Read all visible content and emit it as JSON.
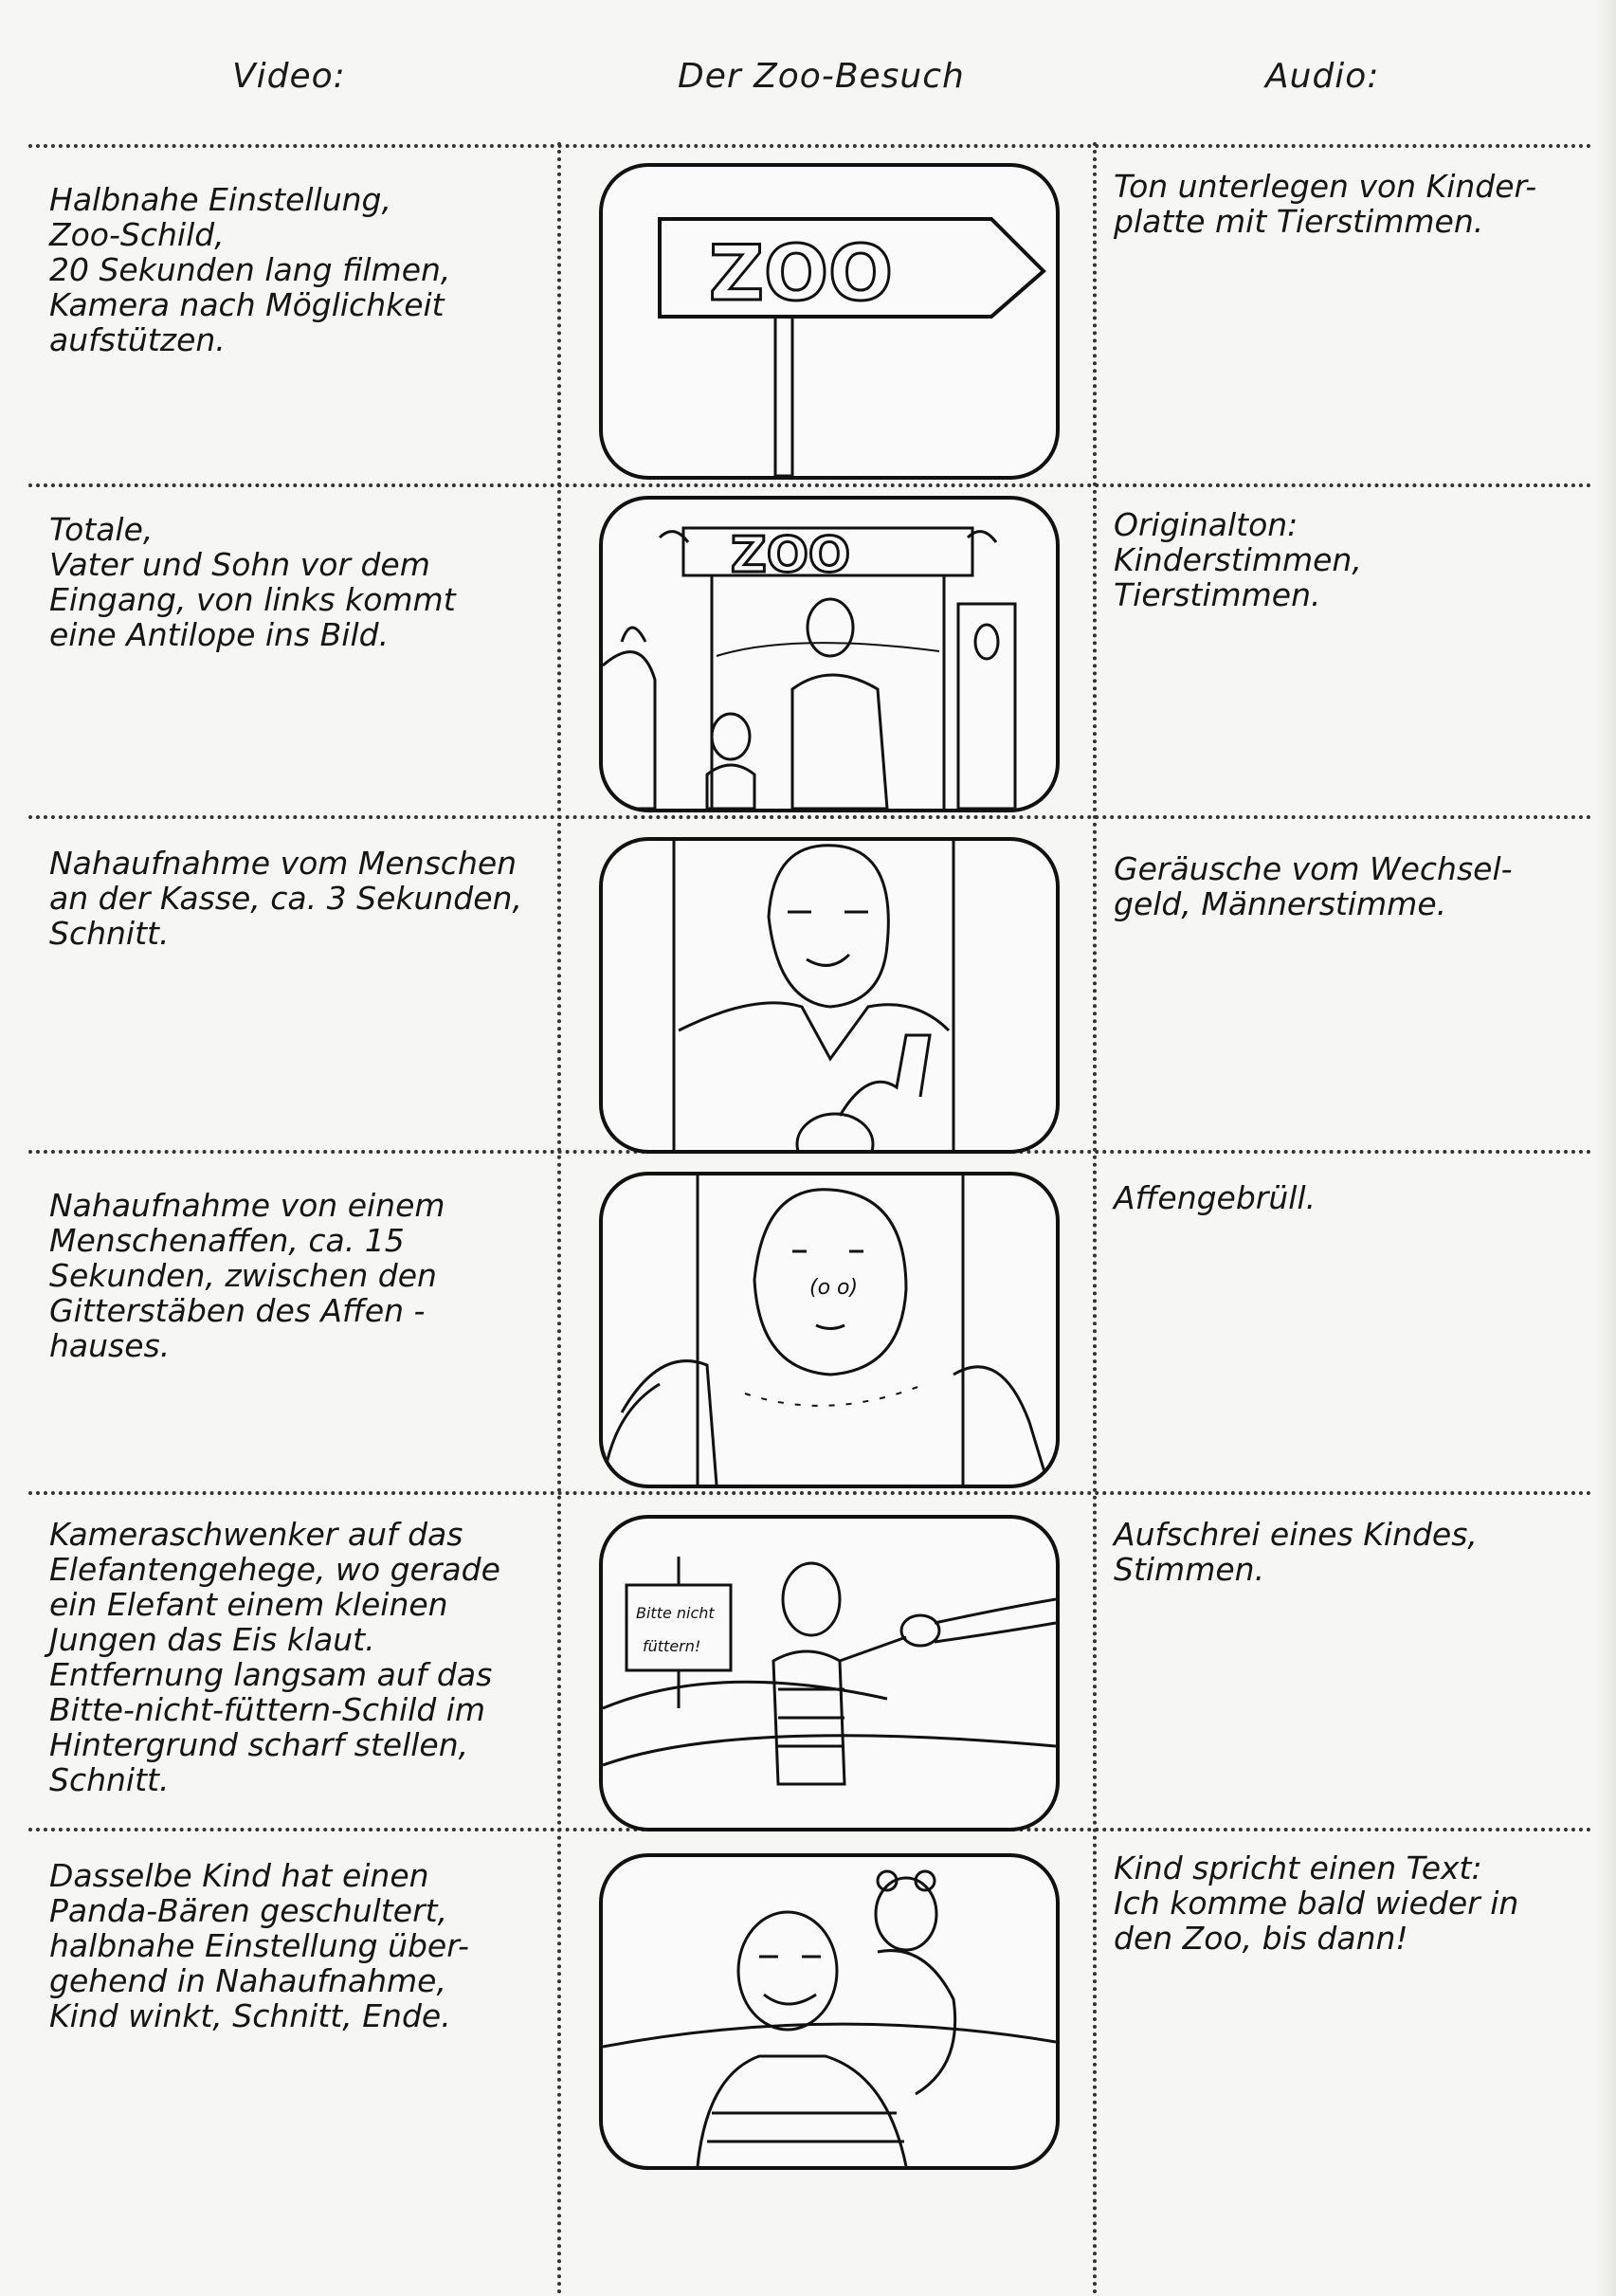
{
  "header": {
    "video_label": "Video:",
    "title": "Der Zoo-Besuch",
    "audio_label": "Audio:"
  },
  "rows": [
    {
      "video": "Halbnahe Einstellung,\nZoo-Schild,\n20 Sekunden lang filmen,\nKamera nach Möglichkeit\naufstützen.",
      "audio": "Ton unterlegen von Kinder-\nplatte mit Tierstimmen.",
      "sign_text": "ZOO"
    },
    {
      "video": "Totale,\nVater und Sohn vor dem\nEingang, von links kommt\neine Antilope ins Bild.",
      "audio": "Originalton:\nKinderstimmen,\nTierstimmen.",
      "sign_text": "ZOO"
    },
    {
      "video": "Nahaufnahme vom Menschen\nan der Kasse, ca. 3 Sekunden,\nSchnitt.",
      "audio": "Geräusche vom Wechsel-\ngeld, Männerstimme."
    },
    {
      "video": "Nahaufnahme von einem\nMenschenaffen, ca. 15\nSekunden, zwischen den\nGitterstäben des Affen -\nhauses.",
      "audio": "Affengebrüll."
    },
    {
      "video": "Kameraschwenker auf das\nElefantengehege, wo gerade\nein Elefant einem kleinen\nJungen das Eis klaut.\nEntfernung langsam auf das\nBitte-nicht-füttern-Schild im\nHintergrund scharf stellen,\nSchnitt.",
      "audio": "Aufschrei eines Kindes,\nStimmen.",
      "sign_line1": "Bitte nicht",
      "sign_line2": "füttern!"
    },
    {
      "video": "Dasselbe Kind hat einen\nPanda-Bären geschultert,\nhalbnahe Einstellung über-\ngehend in Nahaufnahme,\nKind winkt, Schnitt, Ende.",
      "audio": "Kind spricht einen Text:\nIch komme bald wieder in\nden Zoo, bis dann!"
    }
  ]
}
